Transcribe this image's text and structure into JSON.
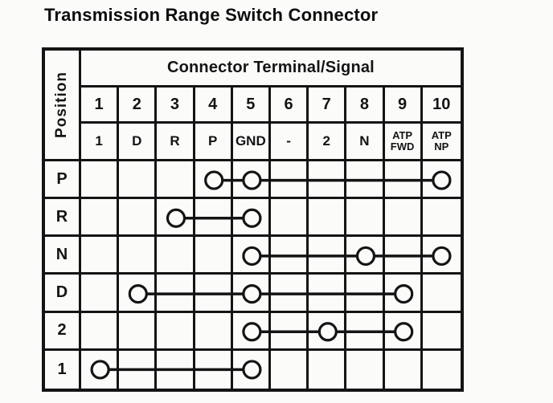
{
  "title": "Transmission Range Switch Connector",
  "colors": {
    "ink": "#141414",
    "paper": "#fbfbfa"
  },
  "table": {
    "position_label": "Position",
    "header": "Connector Terminal/Signal",
    "terminals": [
      "1",
      "2",
      "3",
      "4",
      "5",
      "6",
      "7",
      "8",
      "9",
      "10"
    ],
    "signals": [
      "1",
      "D",
      "R",
      "P",
      "GND",
      "-",
      "2",
      "N",
      "ATP FWD",
      "ATP NP"
    ],
    "rows": [
      {
        "position": "P",
        "connected_terminals": [
          4,
          5,
          10
        ]
      },
      {
        "position": "R",
        "connected_terminals": [
          3,
          5
        ]
      },
      {
        "position": "N",
        "connected_terminals": [
          5,
          8,
          10
        ]
      },
      {
        "position": "D",
        "connected_terminals": [
          2,
          5,
          9
        ]
      },
      {
        "position": "2",
        "connected_terminals": [
          5,
          7,
          9
        ]
      },
      {
        "position": "1",
        "connected_terminals": [
          1,
          5
        ]
      }
    ]
  }
}
